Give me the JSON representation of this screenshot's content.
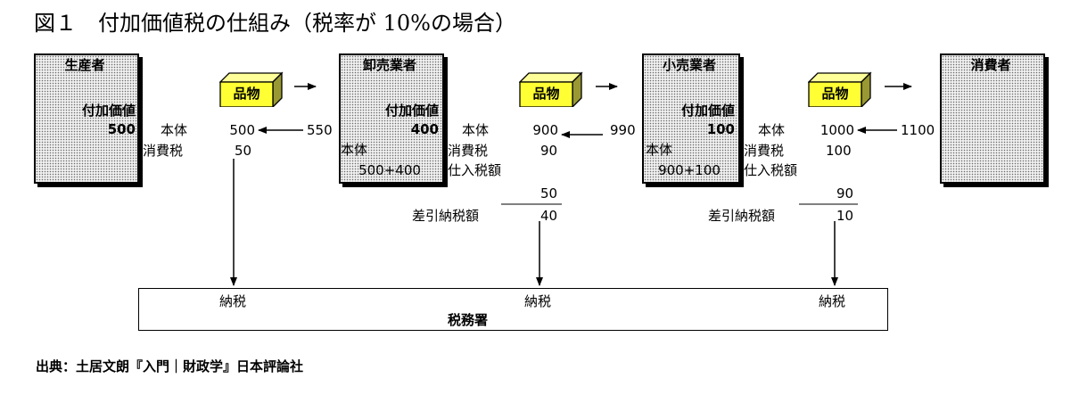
{
  "title": "図１　付加価値税の仕組み（税率が 10%の場合）",
  "entities": {
    "producer": {
      "name": "生産者",
      "value_added_label": "付加価値",
      "value_added": "500"
    },
    "wholesaler": {
      "name": "卸売業者",
      "value_added_label": "付加価値",
      "value_added": "400",
      "base_label": "本体",
      "base_formula": "500+400"
    },
    "retailer": {
      "name": "小売業者",
      "value_added_label": "付加価値",
      "value_added": "100",
      "base_label": "本体",
      "base_formula": "900+100"
    },
    "consumer": {
      "name": "消費者"
    }
  },
  "product_label": "品物",
  "flows": [
    {
      "body_label": "本体",
      "body": "500",
      "tax_label": "消費税",
      "tax": "50",
      "total": "550"
    },
    {
      "body_label": "本体",
      "body": "900",
      "tax_label": "消費税",
      "tax": "90",
      "input_tax_label": "仕入税額",
      "input_tax": "50",
      "net_label": "差引納税額",
      "net": "40",
      "total": "990"
    },
    {
      "body_label": "本体",
      "body": "1000",
      "tax_label": "消費税",
      "tax": "100",
      "input_tax_label": "仕入税額",
      "input_tax": "90",
      "net_label": "差引納税額",
      "net": "10",
      "total": "1100"
    }
  ],
  "tax_office": {
    "name": "税務署",
    "payments": [
      "納税",
      "納税",
      "納税"
    ]
  },
  "source": "出典：土居文朗『入門｜財政学』日本評論社"
}
